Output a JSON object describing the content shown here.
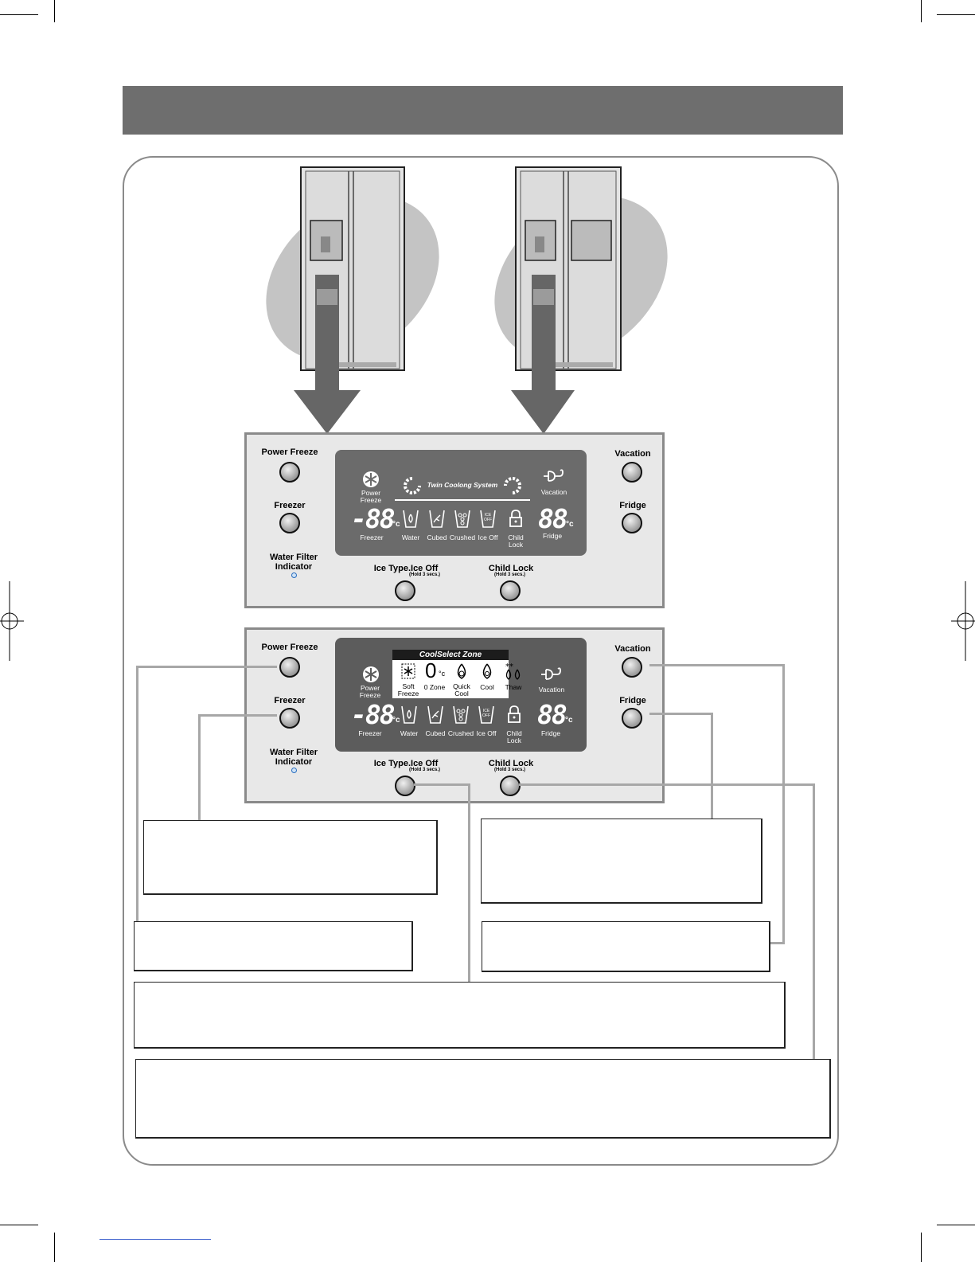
{
  "panel_a": {
    "power_freeze": "Power Freeze",
    "freezer": "Freezer",
    "water_filter_1": "Water Filter",
    "water_filter_2": "Indicator",
    "vacation": "Vacation",
    "fridge": "Fridge",
    "ice_type": "Ice Type.Ice Off",
    "ice_hold": "(Hold 3 secs.)",
    "child_lock": "Child Lock",
    "child_hold": "(Hold 3 secs.)",
    "lcd": {
      "power_freeze_1": "Power",
      "power_freeze_2": "Freeze",
      "twin": "Twin Coolong System",
      "vacation": "Vacation",
      "freezer_digits": "-88",
      "fridge_digits": "88",
      "unit": "°c",
      "freezer": "Freezer",
      "water": "Water",
      "cubed": "Cubed",
      "crushed": "Crushed",
      "ice_off": "Ice Off",
      "ice_off_badge_1": "ICE",
      "ice_off_badge_2": "OFF",
      "child_lock_1": "Child",
      "child_lock_2": "Lock",
      "fridge": "Fridge"
    }
  },
  "panel_b": {
    "power_freeze": "Power Freeze",
    "freezer": "Freezer",
    "water_filter_1": "Water Filter",
    "water_filter_2": "Indicator",
    "vacation": "Vacation",
    "fridge": "Fridge",
    "ice_type": "Ice Type.Ice Off",
    "ice_hold": "(Hold 3 secs.)",
    "child_lock": "Child Lock",
    "child_hold": "(Hold 3 secs.)",
    "lcd": {
      "zone_title": "CoolSelect Zone",
      "soft_freeze_1": "Soft",
      "soft_freeze_2": "Freeze",
      "zero_zone": "0 Zone",
      "zero_digit": "0",
      "quick_cool_1": "Quick",
      "quick_cool_2": "Cool",
      "cool": "Cool",
      "thaw": "Thaw",
      "power_freeze_1": "Power",
      "power_freeze_2": "Freeze",
      "vacation": "Vacation",
      "freezer_digits": "-88",
      "fridge_digits": "88",
      "unit": "°c",
      "freezer": "Freezer",
      "water": "Water",
      "cubed": "Cubed",
      "crushed": "Crushed",
      "ice_off": "Ice Off",
      "ice_off_badge_1": "ICE",
      "ice_off_badge_2": "OFF",
      "child_lock_1": "Child",
      "child_lock_2": "Lock",
      "fridge": "Fridge"
    }
  },
  "colors": {
    "header": "#6e6e6e",
    "panel": "#e8e8e8",
    "lcd": "#6b6b6b",
    "connector": "#a7a7a7",
    "shadow": "#c4c4c4"
  }
}
